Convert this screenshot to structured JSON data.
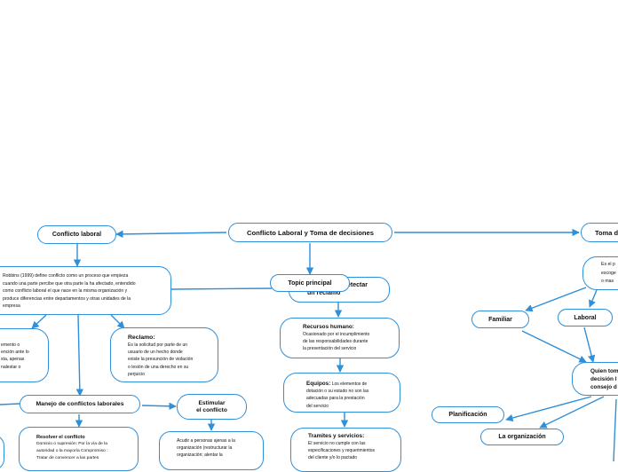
{
  "map": {
    "central": "Conflicto Laboral y Toma de decisiones",
    "toma": "Toma d",
    "conflicto_laboral": "Conflicto laboral",
    "definicion": "Robbins (1999) define conflicto como un proceso que empieza\ncuando una parte percibe que otra parte la ha afectado, entendido\ncomo conflicto laboral el que nace en la misma organización y\nproduce diferencias entre departamentos y otras unidades de la\nempresa",
    "left_fragment": "emento o\nención ante lo\nsta, apenas\nnalestar o",
    "reclamo_title": "Reclamo:",
    "reclamo_body": "Es la solicitud por parte de un\nusuario de un hecho donde\nexiste la presunción de violación\no lesión de una derecho en su\nperjuicio",
    "manejo": "Manejo de conflictos laborales",
    "estimular": "Estimular\nel conflicto",
    "resolver_title": "Resolver el conflicto",
    "resolver_body": "Dominio o supresión: Por la vía de la\nautoridad o la mayoría Compromiso :\nTratar de convencer a las partes",
    "acudir": "Acudir a personas ajenas a la\norganización (restructurar la\norganización; alentar la",
    "topic": "Topic principal",
    "detectar_fragment": "etectar",
    "reclamo_fragment": "un reclamo",
    "rrhh_title": "Recursos humano:",
    "rrhh_body": "Ocasionado por el incumplimiento\nde las responsabilidades durante\nla presentación del servicio",
    "equipos_title": "Equipos:",
    "equipos_inline": " Los elementos de",
    "equipos_body": "dotación o su estado no son las\nadecuadas para la prestación\ndel servicio",
    "tramites_title": "Tramites y servicios:",
    "tramites_body": "El servicio no cumple con las\nespecificaciones y requerimientos\ndel cliente y/o lo pactado",
    "escoger_fragment": "Es el p\nescoge\no mas",
    "familiar": "Familiar",
    "laboral": "Laboral",
    "quien_fragment": "Quien tom\ndecisión l\nconsejo d",
    "planificacion": "Planificación",
    "organizacion": "La organización"
  }
}
